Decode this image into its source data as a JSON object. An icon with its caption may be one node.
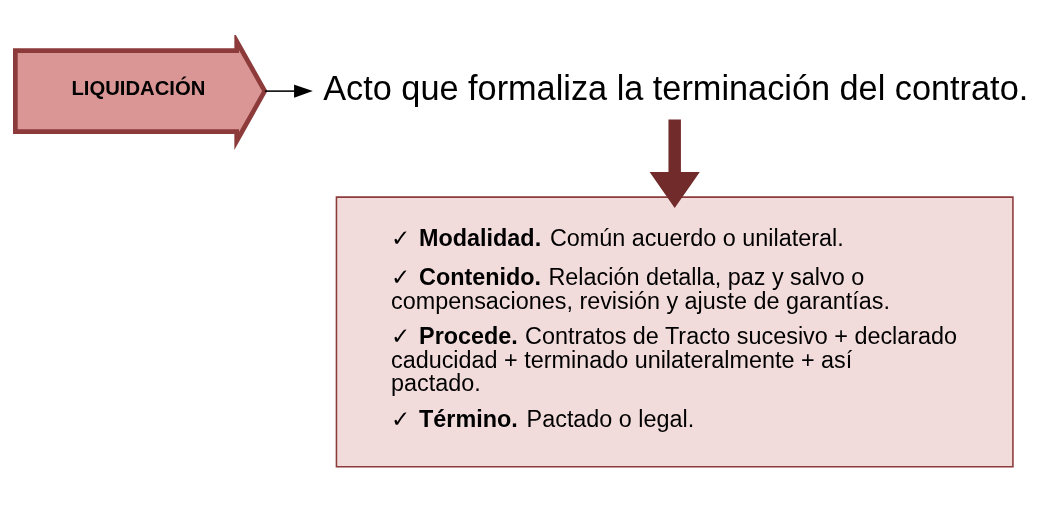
{
  "diagram": {
    "nodes": [
      {
        "text": [
          "LIQUIDACIÓN"
        ]
      },
      {
        "text": [
          "Acto que formaliza la terminación del contrato."
        ]
      },
      {
        "text": [
          "✓ **Modalidad.** Común acuerdo o unilateral.",
          "✓ **Contenido.** Relación detalla, paz y salvo o compensaciones, revisión y ajuste de garantías.",
          "✓ **Procede.** Contratos de Tracto sucesivo + declarado caducidad + terminado unilateralmente + así pactado.",
          "✓ **Término.** Pactado o legal."
        ]
      }
    ],
    "edges": [
      {
        "from": 0,
        "to": 1,
        "arrow": "to"
      },
      {
        "from": 1,
        "to": 2,
        "arrow": "to",
        "style": "thick",
        "color": "#722b2b"
      }
    ]
  }
}
